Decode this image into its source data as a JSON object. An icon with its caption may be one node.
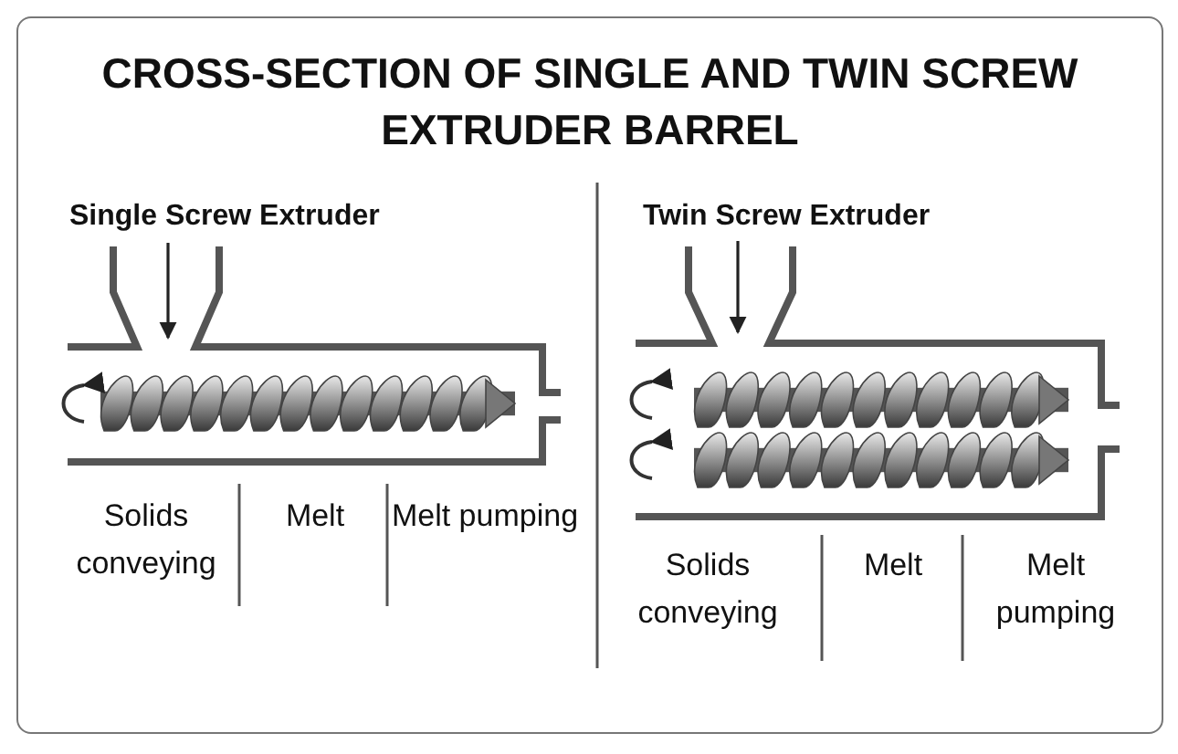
{
  "diagram": {
    "title": "CROSS-SECTION OF SINGLE AND TWIN SCREW EXTRUDER BARREL",
    "labels": [
      "Single Screw Extruder",
      "Twin Screw Extruder",
      "Solids conveying",
      "Melt",
      "Melt pumping",
      "Solids conveying",
      "Melt",
      "Melt pumping"
    ]
  }
}
